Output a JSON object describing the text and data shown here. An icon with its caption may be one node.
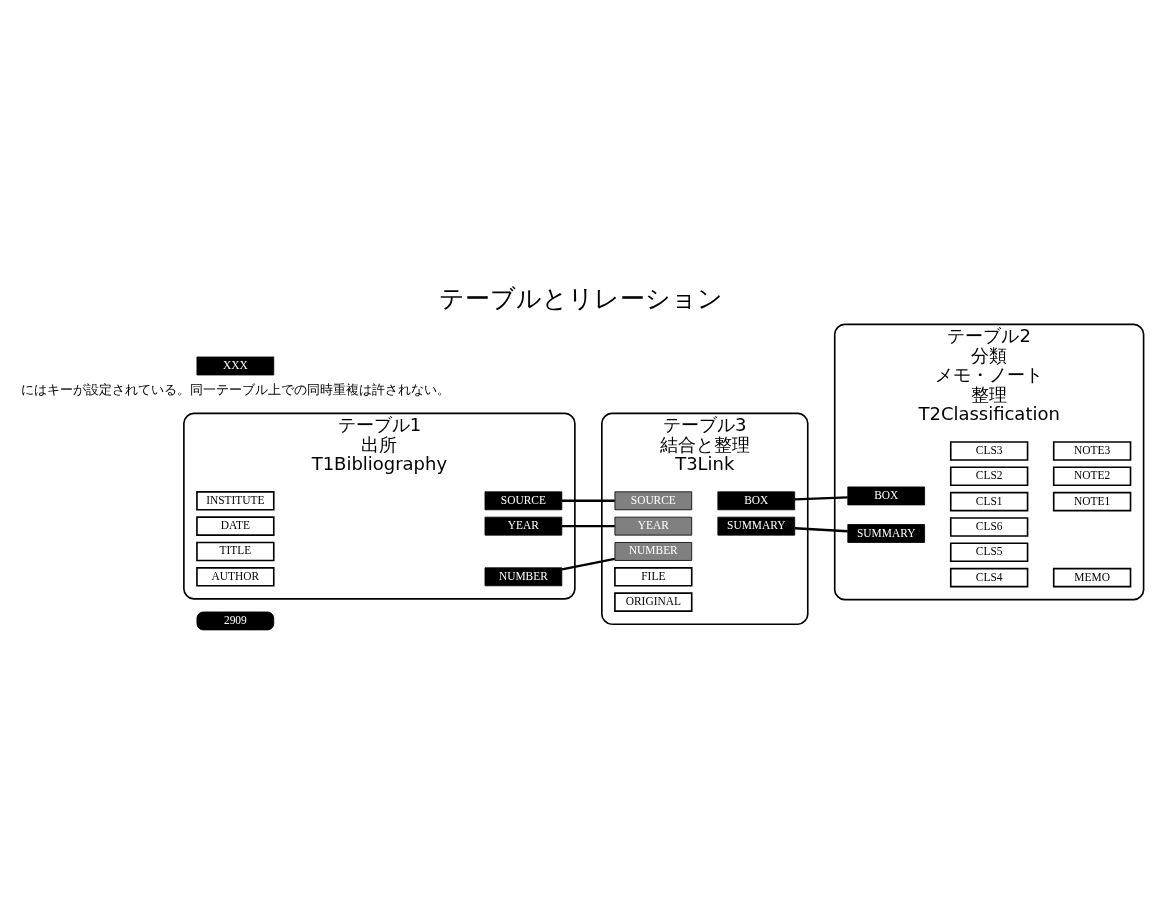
{
  "diagram": {
    "title": "テーブルとリレーション",
    "nodes": [
      {
        "text": [
          "2909"
        ]
      },
      {
        "text": [
          "テーブル1",
          "出所",
          "T1Bibliography"
        ]
      },
      {
        "text": [
          "INSTITUTE"
        ],
        "in": 1
      },
      {
        "text": [
          "DATE"
        ],
        "in": 1
      },
      {
        "text": [
          "TITLE"
        ],
        "in": 1
      },
      {
        "text": [
          "AUTHOR"
        ],
        "in": 1
      },
      {
        "text": [
          "SOURCE"
        ],
        "in": 1
      },
      {
        "text": [
          "YEAR"
        ],
        "in": 1
      },
      {
        "text": [
          "NUMBER"
        ],
        "in": 1
      },
      {
        "text": [
          "テーブル3",
          "結合と整理",
          "T3Link"
        ]
      },
      {
        "text": [
          "SOURCE"
        ],
        "in": 9
      },
      {
        "text": [
          "YEAR"
        ],
        "in": 9
      },
      {
        "text": [
          "NUMBER"
        ],
        "in": 9
      },
      {
        "text": [
          "BOX"
        ],
        "in": 9
      },
      {
        "text": [
          "SUMMARY"
        ],
        "in": 9
      },
      {
        "text": [
          "FILE"
        ],
        "in": 9
      },
      {
        "text": [
          "ORIGINAL"
        ],
        "in": 9
      },
      {
        "text": [
          "テーブル2",
          "分類",
          "メモ・ノート",
          "整理",
          "T2Classification"
        ]
      },
      {
        "text": [
          "BOX"
        ],
        "in": 17
      },
      {
        "text": [
          "SUMMARY"
        ],
        "in": 17
      },
      {
        "text": [
          "CLS1"
        ],
        "in": 17
      },
      {
        "text": [
          "CLS2"
        ],
        "in": 17
      },
      {
        "text": [
          "CLS3"
        ],
        "in": 17
      },
      {
        "text": [
          "CLS4"
        ],
        "in": 17
      },
      {
        "text": [
          "CLS5"
        ],
        "in": 17
      },
      {
        "text": [
          "CLS6"
        ],
        "in": 17
      },
      {
        "text": [
          "NOTE1"
        ],
        "in": 17
      },
      {
        "text": [
          "NOTE2"
        ],
        "in": 17
      },
      {
        "text": [
          "NOTE3"
        ],
        "in": 17
      },
      {
        "text": [
          "MEMO"
        ],
        "in": 17
      },
      {
        "text": [
          "XXX"
        ]
      }
    ],
    "edges": [
      {
        "from": 6,
        "to": 10,
        "arrow": "none"
      },
      {
        "from": 7,
        "to": 11,
        "arrow": "none"
      },
      {
        "from": 8,
        "to": 12,
        "arrow": "none"
      },
      {
        "from": 13,
        "to": 18,
        "arrow": "none"
      },
      {
        "from": 14,
        "to": 19,
        "arrow": "none"
      }
    ],
    "labels": [
      "にはキーが設定されている。同一テーブル上での同時重複は許されない。"
    ]
  }
}
